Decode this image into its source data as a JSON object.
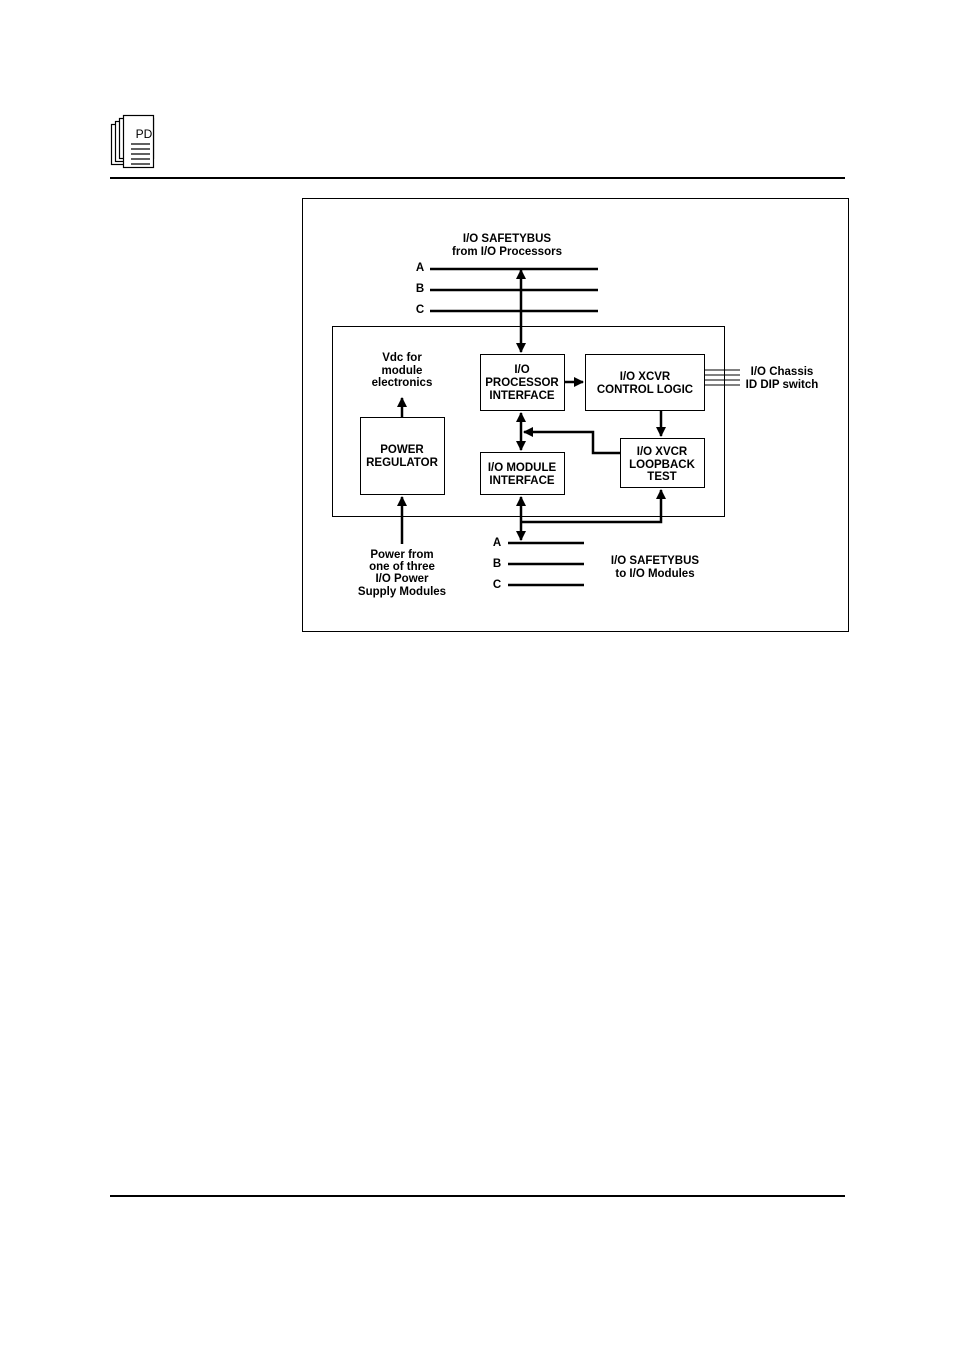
{
  "header": {
    "logo_text": "PD"
  },
  "diagram": {
    "top_bus": {
      "title_line1": "I/O  SAFETYBUS",
      "title_line2": "from  I/O  Processors",
      "lines": [
        "A",
        "B",
        "C"
      ]
    },
    "bottom_bus": {
      "title_line1": "I/O  SAFETYBUS",
      "title_line2": "to  I/O  Modules",
      "lines": [
        "A",
        "B",
        "C"
      ]
    },
    "vdc_label": [
      "Vdc  for",
      "module",
      "electronics"
    ],
    "power_label": [
      "Power  from",
      "one  of  three",
      "I/O  Power",
      "Supply  Modules"
    ],
    "chassis_label": [
      "I/O  Chassis",
      "ID  DIP  switch"
    ],
    "blocks": {
      "power_regulator": [
        "POWER",
        "REGULATOR"
      ],
      "io_processor_interface": [
        "I/O",
        "PROCESSOR",
        "INTERFACE"
      ],
      "io_xcvr_control_logic": [
        "I/O  XCVR",
        "CONTROL  LOGIC"
      ],
      "io_module_interface": [
        "I/O  MODULE",
        "INTERFACE"
      ],
      "io_xvcr_loopback_test": [
        "I/O  XVCR",
        "LOOPBACK",
        "TEST"
      ]
    }
  }
}
